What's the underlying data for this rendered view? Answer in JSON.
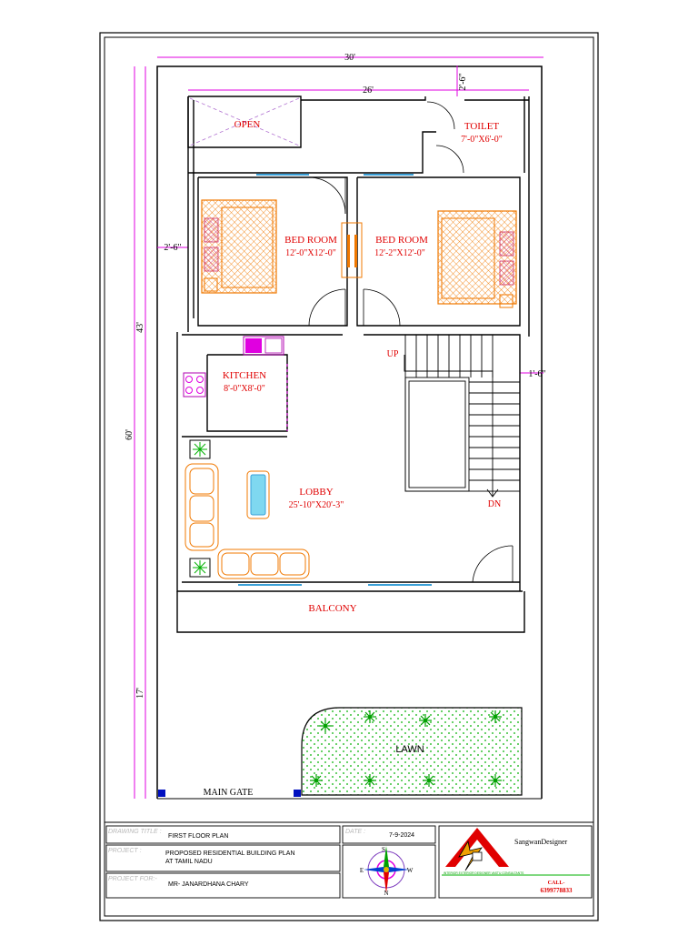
{
  "plan": {
    "dims": {
      "total_width": "30'",
      "inner_width": "26'",
      "right_gap": "2'-6\"",
      "left_gap": "2'-6\"",
      "total_depth": "60'",
      "building_depth": "43'",
      "front_depth": "17'",
      "stair_gap": "1'-6\""
    },
    "rooms": {
      "open": "OPEN",
      "toilet_name": "TOILET",
      "toilet_size": "7'-0\"X6'-0\"",
      "bed1_name": "BED ROOM",
      "bed1_size": "12'-0\"X12'-0\"",
      "bed2_name": "BED ROOM",
      "bed2_size": "12'-2\"X12'-0\"",
      "kitchen_name": "KITCHEN",
      "kitchen_size": "8'-0\"X8'-0\"",
      "lobby_name": "LOBBY",
      "lobby_size": "25'-10\"X20'-3\"",
      "balcony": "BALCONY",
      "lawn": "LAWN",
      "main_gate": "MAIN GATE",
      "stair_up": "UP",
      "stair_dn": "DN"
    }
  },
  "title_block": {
    "drawing_title_label": "DRAWING TITLE :",
    "drawing_title": "FIRST FLOOR PLAN",
    "date_label": "DATE :",
    "date": "7-9-2024",
    "project_label": "PROJECT :",
    "project_line1": "PROPOSED RESIDENTIAL  BUILDING PLAN",
    "project_line2": "AT TAMIL NADU",
    "project_for_label": "PROJECT FOR:-",
    "project_for": "MR- JANARDHANA CHARY",
    "compass": {
      "n": "N",
      "s": "S",
      "e": "E",
      "w": "W"
    },
    "brand": "SangwanDesigner",
    "tagline": "INTERIOR EXTERIOR DESIGNER VASTU CONSULTANTS",
    "call_label": "CALL-",
    "phone": "6399778833"
  },
  "colors": {
    "wall": "#000000",
    "dimension": "#e000e0",
    "room_label": "#e00000",
    "furniture": "#f07800",
    "lawn": "#00b000",
    "window": "#3aa0d8",
    "brand_red": "#e00000"
  }
}
